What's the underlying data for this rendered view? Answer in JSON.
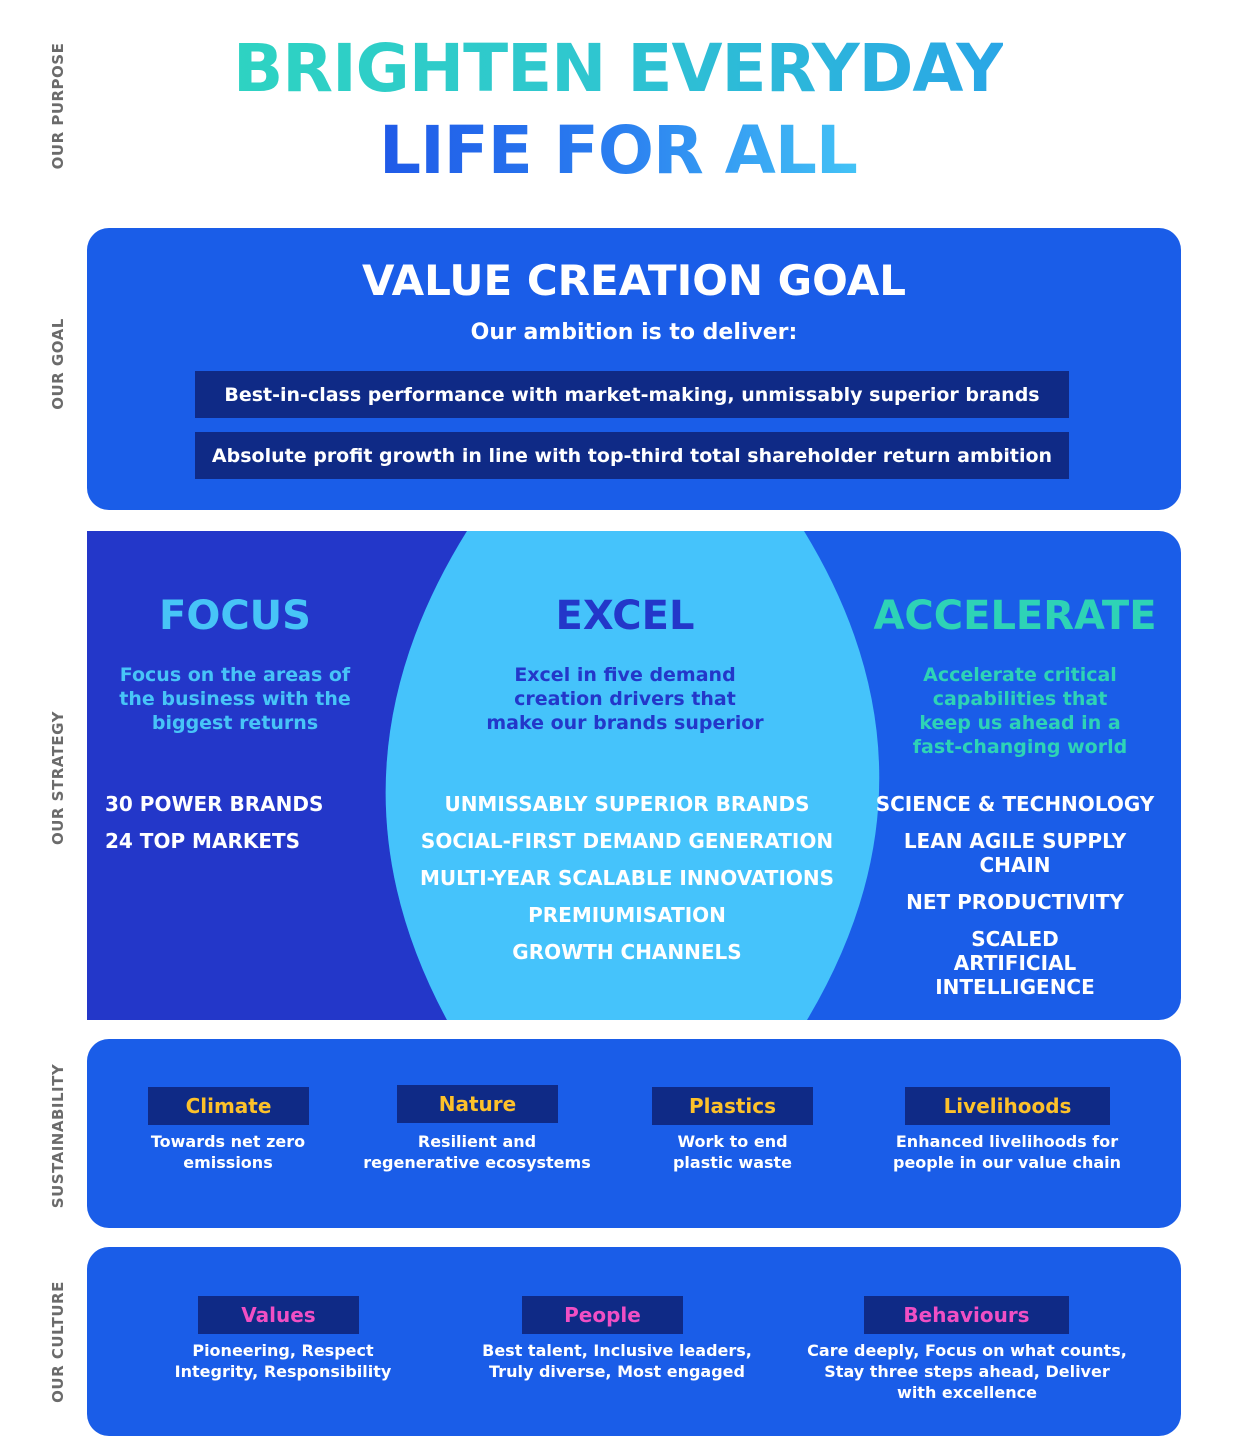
{
  "side_labels": {
    "purpose": "OUR PURPOSE",
    "goal": "OUR GOAL",
    "strategy": "OUR STRATEGY",
    "sustainability": "SUSTAINABILITY",
    "culture": "OUR CULTURE"
  },
  "purpose": {
    "line1": "BRIGHTEN EVERYDAY",
    "line2": "LIFE FOR ALL"
  },
  "goal": {
    "title": "VALUE CREATION GOAL",
    "subtitle": "Our ambition is to deliver:",
    "items": [
      "Best-in-class performance with market-making, unmissably superior brands",
      "Absolute profit growth in line with top-third total shareholder return ambition"
    ]
  },
  "strategy": {
    "focus": {
      "title": "FOCUS",
      "description": "Focus on the areas of the business with the biggest returns",
      "items": [
        "30 POWER BRANDS",
        "24 TOP MARKETS"
      ]
    },
    "excel": {
      "title": "EXCEL",
      "description": "Excel in five demand creation drivers that make our brands superior",
      "items": [
        "UNMISSABLY SUPERIOR BRANDS",
        "SOCIAL-FIRST DEMAND GENERATION",
        "MULTI-YEAR SCALABLE INNOVATIONS",
        "PREMIUMISATION",
        "GROWTH CHANNELS"
      ]
    },
    "accelerate": {
      "title": "ACCELERATE",
      "description": "Accelerate critical capabilities that keep us ahead in a fast-changing world",
      "items": [
        "SCIENCE & TECHNOLOGY",
        "LEAN AGILE SUPPLY CHAIN",
        "NET PRODUCTIVITY",
        "SCALED ARTIFICIAL INTELLIGENCE"
      ]
    }
  },
  "sustainability": [
    {
      "label": "Climate",
      "description": "Towards net zero emissions"
    },
    {
      "label": "Nature",
      "description": "Resilient and regenerative ecosystems"
    },
    {
      "label": "Plastics",
      "description": "Work to end plastic waste"
    },
    {
      "label": "Livelihoods",
      "description": "Enhanced livelihoods for people in our value chain"
    }
  ],
  "culture": [
    {
      "label": "Values",
      "description": "Pioneering, Respect Integrity, Responsibility"
    },
    {
      "label": "People",
      "description": "Best talent, Inclusive leaders, Truly diverse, Most engaged"
    },
    {
      "label": "Behaviours",
      "description": "Care deeply, Focus on what counts, Stay three steps ahead, Deliver with excellence"
    }
  ],
  "colors": {
    "panel_blue": "#1a5de8",
    "focus_bg": "#2337c9",
    "excel_bg": "#45c3fb",
    "dark_bar": "#0f2a86",
    "tag_yellow": "#fdc12a",
    "tag_pink": "#f04fc4",
    "accent_teal": "#2ed3b6"
  }
}
